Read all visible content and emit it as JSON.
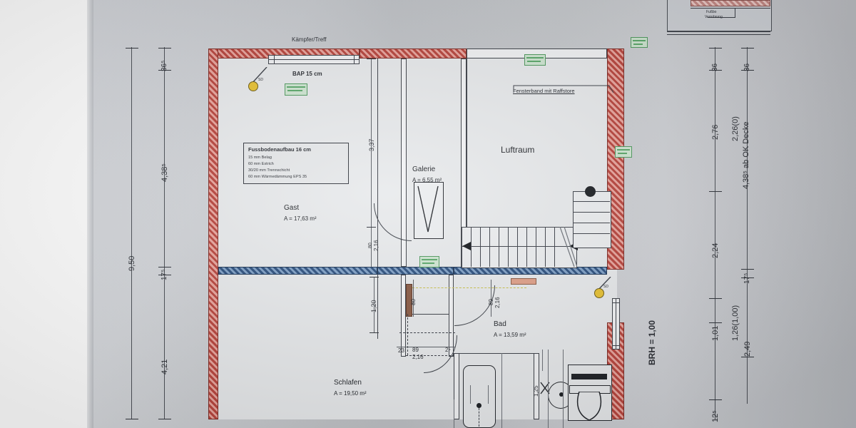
{
  "document": {
    "kind": "architectural-floor-plan-photo",
    "language": "de",
    "scale_note": "Obergeschoss Grundriss"
  },
  "rooms": [
    {
      "id": "gast",
      "name": "Gast",
      "area_label": "A =  17,63 m²"
    },
    {
      "id": "galerie",
      "name": "Galerie",
      "area_label": "A =   6,55 m²"
    },
    {
      "id": "luftraum",
      "name": "Luftraum",
      "area_label": ""
    },
    {
      "id": "bad",
      "name": "Bad",
      "area_label": "A =  13,59 m²"
    },
    {
      "id": "schlafen",
      "name": "Schlafen",
      "area_label": "A =  19,50 m²"
    }
  ],
  "annotations": {
    "kaempfer": "Kämpfer/Treff",
    "bap": "BAP 15 cm",
    "fensterband": "Fensterband mit Raffstore",
    "brh": "BRH = 1,00",
    "detail_label_1": "Fußbo",
    "detail_label_2": "Verrohrung"
  },
  "floor_buildup": {
    "title": "Fussbodenaufbau 16 cm",
    "lines": [
      "15 mm Belag",
      "60 mm Estrich",
      "30/20 mm Trennschicht",
      "60 mm Wärmedämmung EPS 35"
    ]
  },
  "dimensions": {
    "left_outer": [
      "9,50"
    ],
    "left_inner": [
      "36⁵",
      "4,38⁵",
      "17⁵",
      "4,21"
    ],
    "right_inner": [
      "36",
      "2,76",
      "2,24",
      "1,01",
      "12⁵"
    ],
    "right_outer": [
      "36",
      "2,26(0)",
      "4,38⁵ ab OK Decke",
      "17⁵",
      "1,26(1,00)",
      "2,49"
    ],
    "interior": [
      "3,37",
      "2,16",
      "80",
      "1,20",
      "80",
      "89",
      "2,16",
      "23",
      "89",
      "2,16",
      "2⁵",
      "1,25"
    ]
  },
  "colors": {
    "wall_load_bearing": "#b8443c",
    "wall_floor_slab": "#2b4f7e",
    "stamp_green": "#4f9a5e",
    "lamp_yellow": "#e8c233",
    "paper": "#c9ccd2",
    "ink": "#2a2d33"
  },
  "symbols": [
    {
      "name": "ceiling-lamp",
      "count": 2,
      "label": "SD"
    },
    {
      "name": "stair-run",
      "direction": "down-left"
    },
    {
      "name": "bathtub"
    },
    {
      "name": "washbasin"
    },
    {
      "name": "toilet"
    }
  ]
}
